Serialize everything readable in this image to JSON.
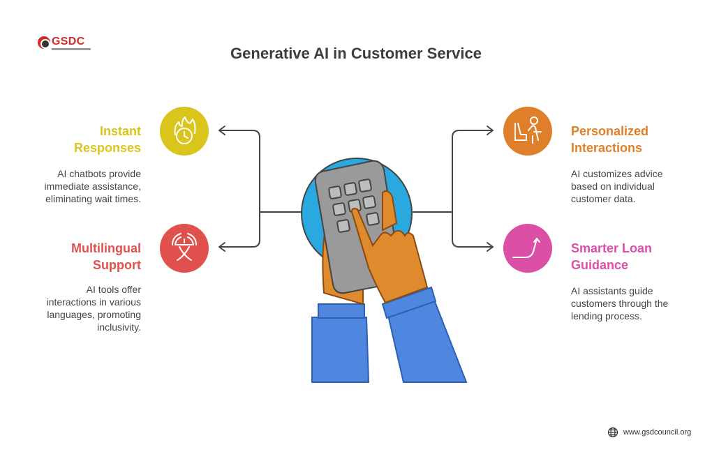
{
  "brand": {
    "logo_text": "GSDC",
    "footer_url": "www.gsdcouncil.org"
  },
  "title": "Generative AI in Customer Service",
  "items": [
    {
      "heading": [
        "Instant",
        "Responses"
      ],
      "description": [
        "AI chatbots provide",
        "immediate assistance,",
        "eliminating wait times."
      ],
      "color": "#d9c51b",
      "icon": "clock-fire-icon"
    },
    {
      "heading": [
        "Multilingual",
        "Support"
      ],
      "description": [
        "AI tools offer",
        "interactions in various",
        "languages, promoting",
        "inclusivity."
      ],
      "color": "#e0504d",
      "icon": "translation-icon"
    },
    {
      "heading": [
        "Personalized",
        "Interactions"
      ],
      "description": [
        "AI customizes advice",
        "based on individual",
        "customer data."
      ],
      "color": "#e07f2a",
      "icon": "person-at-desk-icon"
    },
    {
      "heading": [
        "Smarter Loan",
        "Guidance"
      ],
      "description": [
        "AI assistants guide",
        "customers through the",
        "lending process."
      ],
      "color": "#db4fa7",
      "icon": "growth-arrow-icon"
    }
  ],
  "colors": {
    "accent_blue": "#29a9e0",
    "sleeve_blue": "#4f86e0",
    "hand_orange": "#e08a2e",
    "calculator_gray": "#9a9a9a",
    "line_dark": "#444444"
  }
}
